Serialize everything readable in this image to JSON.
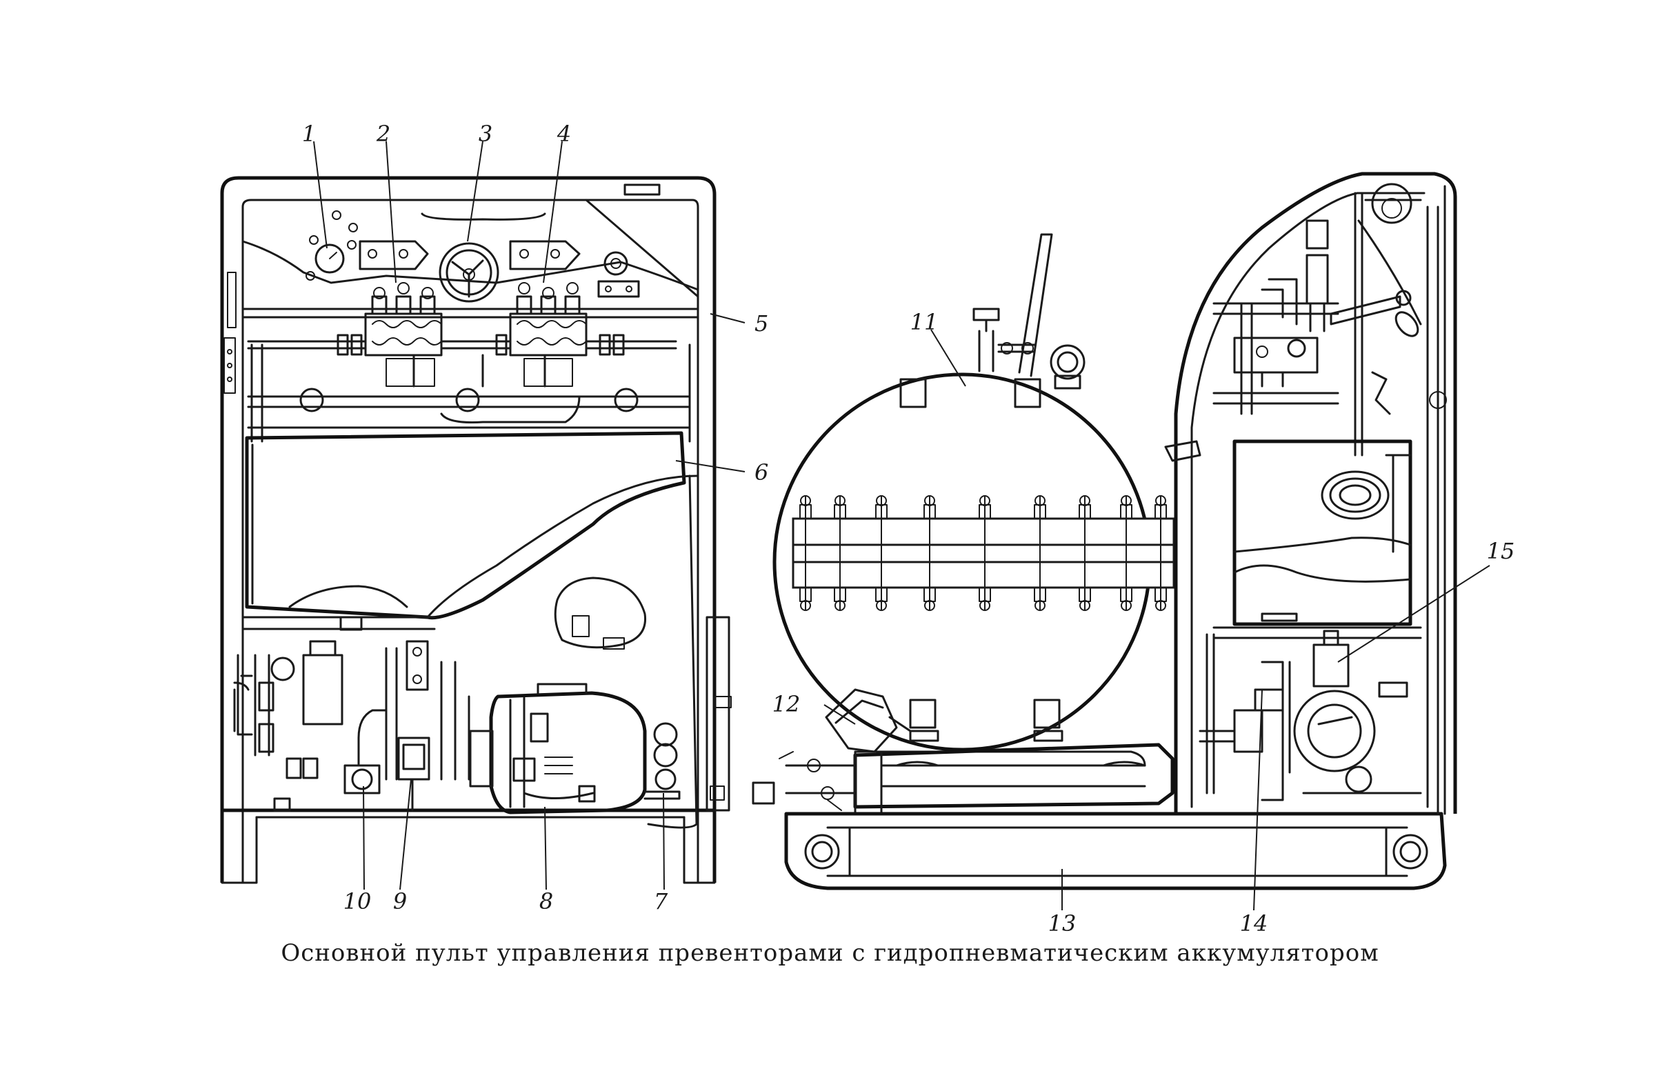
{
  "caption": "Основной пульт управления превенторами с гидропневматическим аккумулятором",
  "callouts": [
    {
      "id": "1",
      "text": "1"
    },
    {
      "id": "2",
      "text": "2"
    },
    {
      "id": "3",
      "text": "3"
    },
    {
      "id": "4",
      "text": "4"
    },
    {
      "id": "5",
      "text": "5"
    },
    {
      "id": "6",
      "text": "6"
    },
    {
      "id": "7",
      "text": "7"
    },
    {
      "id": "8",
      "text": "8"
    },
    {
      "id": "9",
      "text": "9"
    },
    {
      "id": "10",
      "text": "10"
    },
    {
      "id": "11",
      "text": "11"
    },
    {
      "id": "12",
      "text": "12"
    },
    {
      "id": "13",
      "text": "13"
    },
    {
      "id": "14",
      "text": "14"
    },
    {
      "id": "15",
      "text": "15"
    }
  ]
}
